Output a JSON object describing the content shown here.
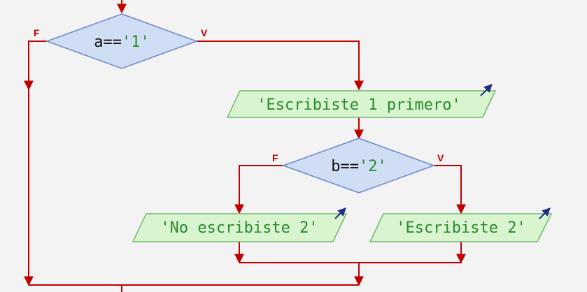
{
  "colors": {
    "background": "#f3f3f3",
    "flow_line": "#c00000",
    "decision_fill": "#cfddf5",
    "decision_stroke": "#6f86c9",
    "output_fill": "#d8f5d0",
    "output_stroke": "#73b86c",
    "op_black": "#111111",
    "string_green": "#2a8a2a",
    "output_icon": "#1f2e8a"
  },
  "decisions": [
    {
      "id": "cond-a",
      "var": "a",
      "op": "==",
      "literal": "'1'",
      "false_label": "F",
      "true_label": "V"
    },
    {
      "id": "cond-b",
      "var": "b",
      "op": "==",
      "literal": "'2'",
      "false_label": "F",
      "true_label": "V"
    }
  ],
  "outputs": [
    {
      "id": "out-primero",
      "text": "'Escribiste 1 primero'",
      "icon": "output-arrow-icon"
    },
    {
      "id": "out-no2",
      "text": "'No escribiste 2'",
      "icon": "output-arrow-icon"
    },
    {
      "id": "out-si2",
      "text": "'Escribiste 2'",
      "icon": "output-arrow-icon"
    }
  ]
}
